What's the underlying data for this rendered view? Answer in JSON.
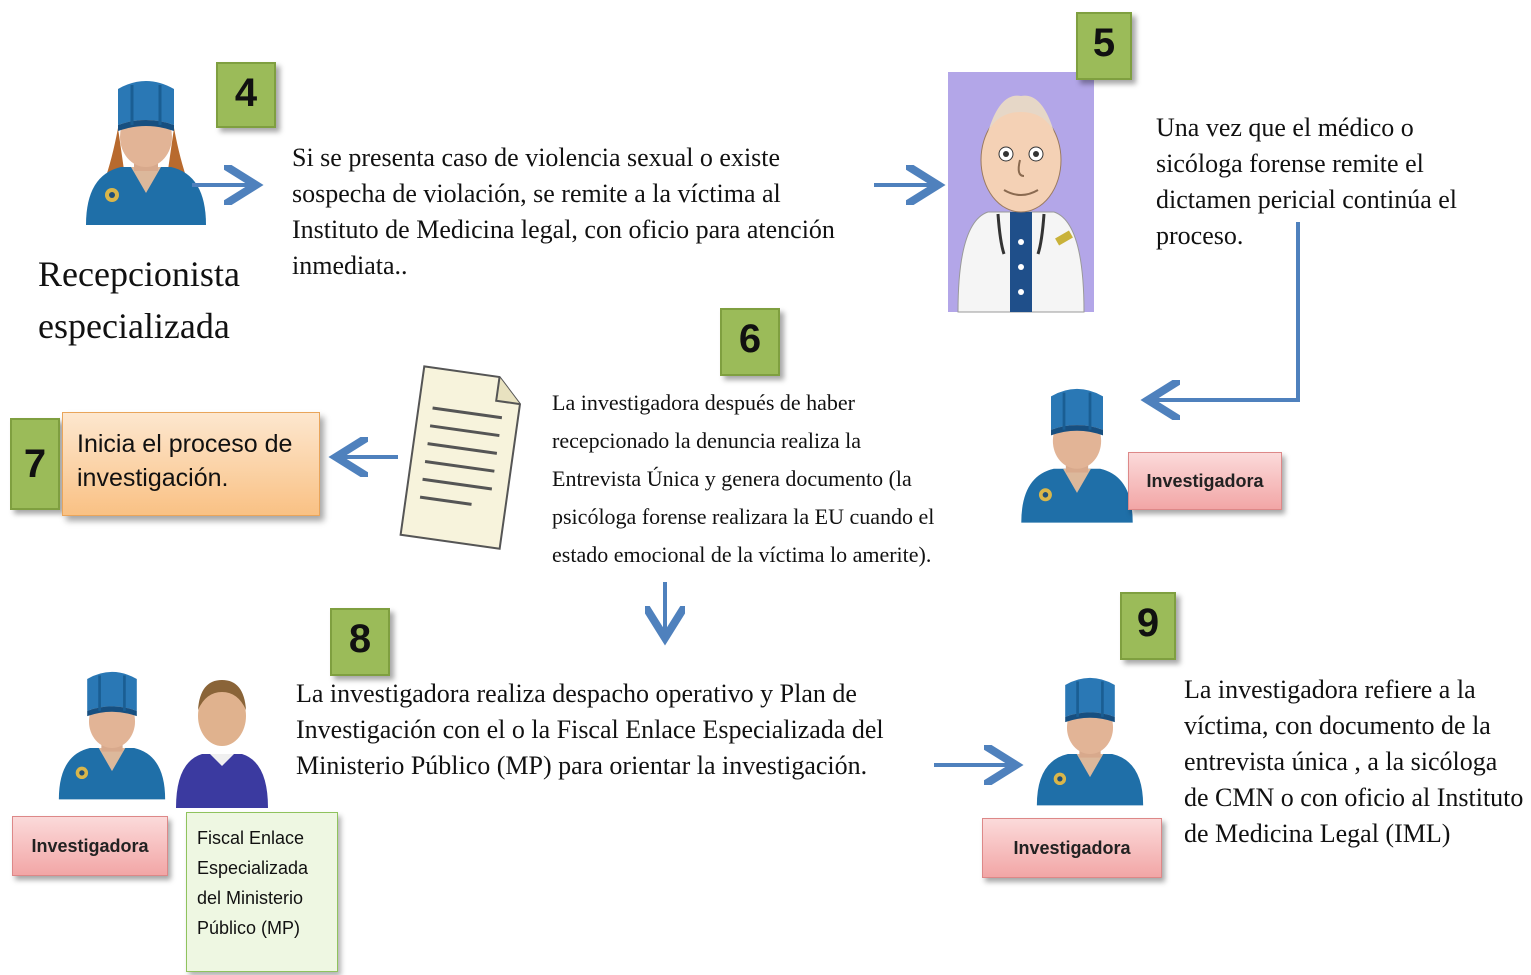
{
  "steps": {
    "s4": "4",
    "s5": "5",
    "s6": "6",
    "s7": "7",
    "s8": "8",
    "s9": "9"
  },
  "receptionist": {
    "label": "Recepcionista especializada"
  },
  "text4": "Si se presenta caso de violencia sexual o existe sospecha de violación, se remite a la víctima al Instituto de Medicina legal, con oficio para atención inmediata..",
  "text5": "Una vez que el médico o sicóloga forense remite el dictamen pericial continúa el proceso.",
  "text6": "La investigadora después de haber recepcionado la denuncia realiza la Entrevista Única y genera documento (la psicóloga forense realizara la EU cuando el estado emocional de la víctima lo amerite).",
  "box7": "Inicia el proceso de investigación.",
  "text8": "La investigadora realiza despacho operativo y Plan de Investigación con el o la Fiscal Enlace Especializada del Ministerio Público (MP) para orientar la investigación.",
  "text9": "La investigadora refiere a la víctima, con documento de la entrevista única , a la sicóloga de CMN o con oficio al Instituto de Medicina Legal (IML)",
  "labels": {
    "investigadora": "Investigadora",
    "fiscal": "Fiscal Enlace Especializada del Ministerio Público (MP)"
  },
  "colors": {
    "step_green": "#9bbb59",
    "police_blue": "#1f6fa8",
    "arrow_blue": "#4f81bd",
    "pink_label": "#f2a6a6",
    "orange_box": "#f9c184",
    "doctor_bg": "#b3a6e8"
  },
  "icons": [
    "police-officer-icon",
    "doctor-icon",
    "document-icon",
    "civilian-person-icon",
    "arrow-icon"
  ]
}
